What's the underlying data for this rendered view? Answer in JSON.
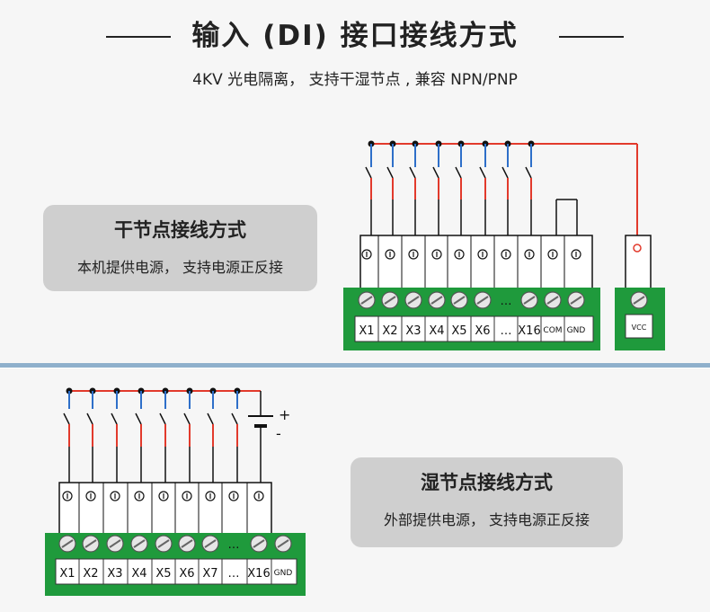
{
  "header": {
    "title": "输入 (DI) 接口接线方式",
    "subtitle": "4KV 光电隔离，  支持干湿节点 , 兼容 NPN/PNP"
  },
  "dry": {
    "panel_title": "干节点接线方式",
    "panel_desc": "本机提供电源，  支持电源正反接",
    "labels": [
      "X1",
      "X2",
      "X3",
      "X4",
      "X5",
      "X6",
      "…",
      "X16",
      "COM",
      "GND"
    ],
    "vcc_label": "VCC"
  },
  "wet": {
    "panel_title": "湿节点接线方式",
    "panel_desc": "外部提供电源，  支持电源正反接",
    "labels": [
      "X1",
      "X2",
      "X3",
      "X4",
      "X5",
      "X6",
      "X7",
      "…",
      "X16",
      "GND"
    ],
    "plus": "+",
    "minus": "-"
  },
  "colors": {
    "board": "#1f9a3c",
    "wire_red": "#e23a2c",
    "wire_blue": "#2e6fc9",
    "wire": "#111111"
  }
}
